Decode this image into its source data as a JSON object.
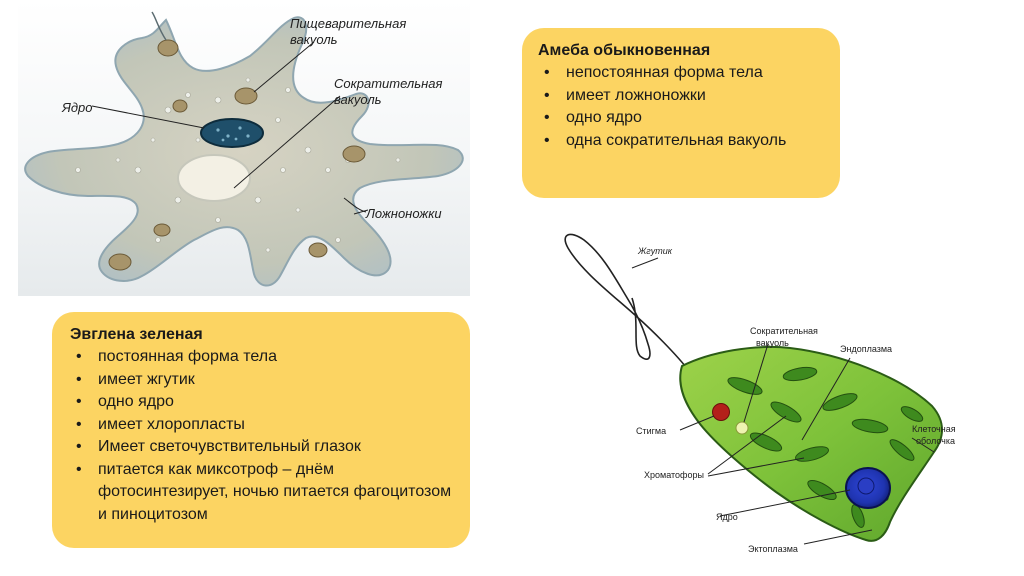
{
  "amoeba_card": {
    "title": "Амеба обыкновенная",
    "items": [
      "непостоянная форма тела",
      "имеет ложноножки",
      "одно ядро",
      "одна сократительная вакуоль"
    ]
  },
  "euglena_card": {
    "title": "Эвглена зеленая",
    "items": [
      "постоянная форма тела",
      "имеет жгутик",
      "одно ядро",
      "имеет хлоропласты",
      "Имеет светочувствительный глазок",
      "питается как миксотроф – днём фотосинтезирует, ночью питается фагоцитозом и пиноцитозом"
    ]
  },
  "amoeba_diagram": {
    "labels": {
      "digestive_vacuole": [
        "Пищеварительная",
        "вакуоль"
      ],
      "nucleus": "Ядро",
      "contractile_vacuole": [
        "Сократительная",
        "вакуоль"
      ],
      "pseudopods": "Ложноножки"
    },
    "colors": {
      "body": "#c9cdc0",
      "nucleus": "#1f4f6a",
      "vacuole": "#f3f0e4"
    }
  },
  "euglena_diagram": {
    "labels": {
      "flagellum": "Жгутик",
      "contractile_vacuole": [
        "Сократительная",
        "вакуоль"
      ],
      "endoplasm": "Эндоплазма",
      "stigma": "Стигма",
      "cell_membrane": [
        "Клеточная",
        "оболочка"
      ],
      "chromatophores": "Хроматофоры",
      "nucleus": "Ядро",
      "ectoplasm": "Эктоплазма"
    },
    "colors": {
      "body": "#7ec23a",
      "chromatophore": "#3e8a1e",
      "nucleus": "#2136b8",
      "stigma": "#b3201a"
    }
  }
}
